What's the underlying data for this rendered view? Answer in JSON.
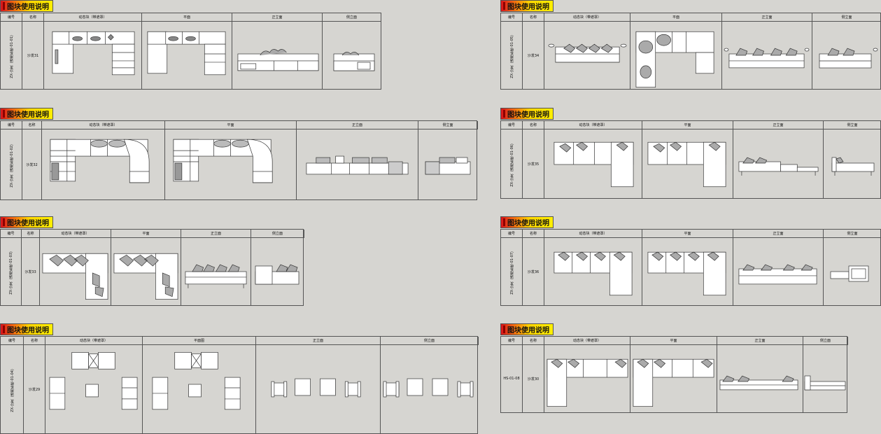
{
  "badge_title": "图块使用说明",
  "colors": {
    "background": "#d6d5d1",
    "line": "#333333",
    "badge_start": "#d8141c",
    "badge_end": "#ffef00"
  },
  "panels": [
    {
      "id": "p1",
      "code": "ZX-沙发（通用系统-01-01）",
      "name": "沙发31",
      "headers": [
        "编号",
        "名称",
        "动态块（带遮罩）",
        "平面",
        "正立面",
        "侧立面"
      ]
    },
    {
      "id": "p2",
      "code": "ZX-沙发（通用系统-01-02）",
      "name": "沙发32",
      "headers": [
        "编号",
        "名称",
        "动态块（带遮罩）",
        "平面",
        "正立面",
        "侧立面"
      ]
    },
    {
      "id": "p3",
      "code": "ZX-沙发（通用系统-01-03）",
      "name": "沙发33",
      "headers": [
        "编号",
        "名称",
        "动态块（带遮罩）",
        "平面",
        "正立面",
        "侧立面"
      ]
    },
    {
      "id": "p4",
      "code": "ZX-沙发（通用系统-01-04）",
      "name": "沙发29",
      "headers": [
        "编号",
        "名称",
        "动态块（带遮罩）",
        "平面图",
        "正立面",
        "侧立面"
      ]
    },
    {
      "id": "p5",
      "code": "ZX-沙发（通用系统-01-05）",
      "name": "沙发34",
      "headers": [
        "编号",
        "名称",
        "动态块（带遮罩）",
        "平面",
        "正立面",
        "侧立面"
      ]
    },
    {
      "id": "p6",
      "code": "ZX-沙发（通用系统-01-06）",
      "name": "沙发35",
      "headers": [
        "编号",
        "名称",
        "动态块（带遮罩）",
        "平面",
        "正立面",
        "侧立面"
      ]
    },
    {
      "id": "p7",
      "code": "ZX-沙发（通用系统-01-07）",
      "name": "沙发36",
      "headers": [
        "编号",
        "名称",
        "动态块（带遮罩）",
        "平面",
        "正立面",
        "侧立面"
      ]
    },
    {
      "id": "p8",
      "code": "HS-01-08",
      "name": "沙发30",
      "headers": [
        "编号",
        "名称",
        "动态块（带遮罩）",
        "平面",
        "正立面",
        "侧立面"
      ]
    }
  ]
}
